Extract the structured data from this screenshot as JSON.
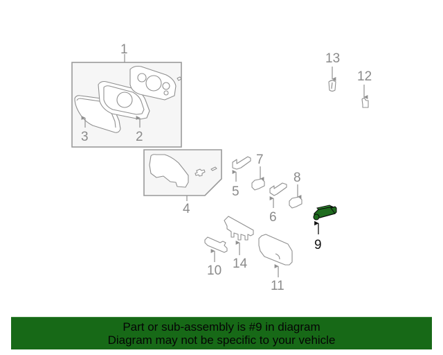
{
  "diagram": {
    "highlighted_part": "9",
    "highlight_color": "#1e6b1e",
    "line_color": "#8f8f8f",
    "callouts": [
      {
        "id": "1",
        "label": "1"
      },
      {
        "id": "2",
        "label": "2"
      },
      {
        "id": "3",
        "label": "3"
      },
      {
        "id": "4",
        "label": "4"
      },
      {
        "id": "5",
        "label": "5"
      },
      {
        "id": "6",
        "label": "6"
      },
      {
        "id": "7",
        "label": "7"
      },
      {
        "id": "8",
        "label": "8"
      },
      {
        "id": "9",
        "label": "9"
      },
      {
        "id": "10",
        "label": "10"
      },
      {
        "id": "11",
        "label": "11"
      },
      {
        "id": "12",
        "label": "12"
      },
      {
        "id": "13",
        "label": "13"
      },
      {
        "id": "14",
        "label": "14"
      }
    ]
  },
  "banner": {
    "background": "#176917",
    "line1": "Part or sub-assembly is #9 in diagram",
    "line2": "Diagram may not be specific to your vehicle"
  }
}
